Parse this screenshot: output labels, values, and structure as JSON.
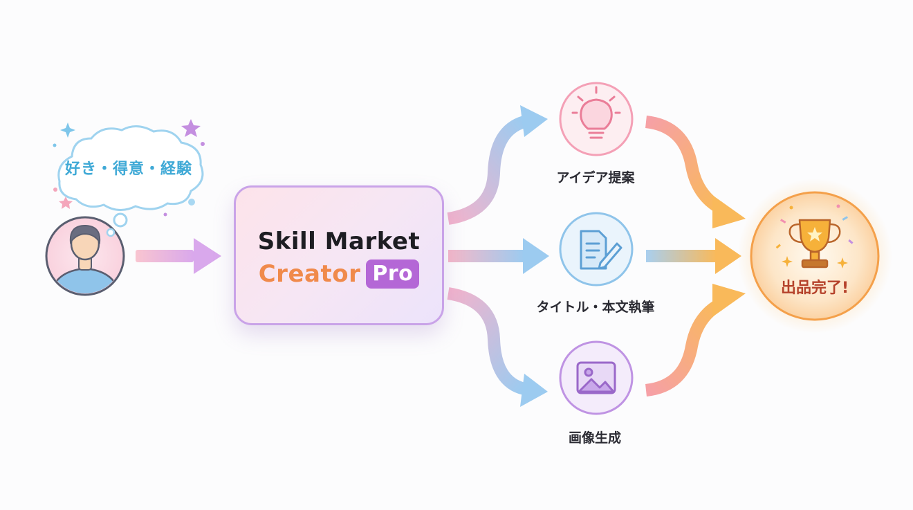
{
  "thought": {
    "text": "好き・得意・経験"
  },
  "hub": {
    "title": "Skill Market",
    "subtitle": "Creator",
    "badge": "Pro"
  },
  "steps": [
    {
      "label": "アイデア提案",
      "icon": "lightbulb-icon",
      "color": "#f4a0b6"
    },
    {
      "label": "タイトル・本文執筆",
      "icon": "document-pen-icon",
      "color": "#8fc4ea"
    },
    {
      "label": "画像生成",
      "icon": "image-icon",
      "color": "#bf93e3"
    }
  ],
  "goal": {
    "label": "出品完了!",
    "icon": "trophy-icon",
    "color": "#f2a03a"
  },
  "colors": {
    "pink": "#f4a0b6",
    "blue": "#8fc4ea",
    "purple": "#bf93e3",
    "orange": "#f7a24a"
  }
}
